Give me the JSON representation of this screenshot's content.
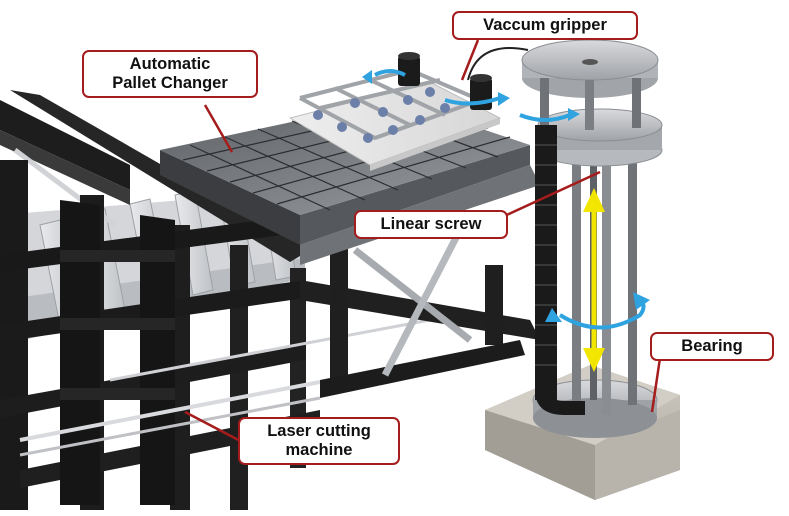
{
  "figure": {
    "labels": {
      "vacuum_gripper": "Vaccum gripper",
      "pallet_changer_line1": "Automatic",
      "pallet_changer_line2": "Pallet Changer",
      "linear_screw": "Linear screw",
      "bearing": "Bearing",
      "laser_line1": "Laser cutting",
      "laser_line2": "machine"
    }
  },
  "colors": {
    "callout_border": "#a51c1c",
    "leader_line": "#a51c1c",
    "rotation_arrow": "#2fa3e0",
    "screw_arrow": "#f2e600",
    "frame": "#1c1c1c",
    "aluminium": "#c9ccd0",
    "base_block": "#c3c0b8"
  }
}
